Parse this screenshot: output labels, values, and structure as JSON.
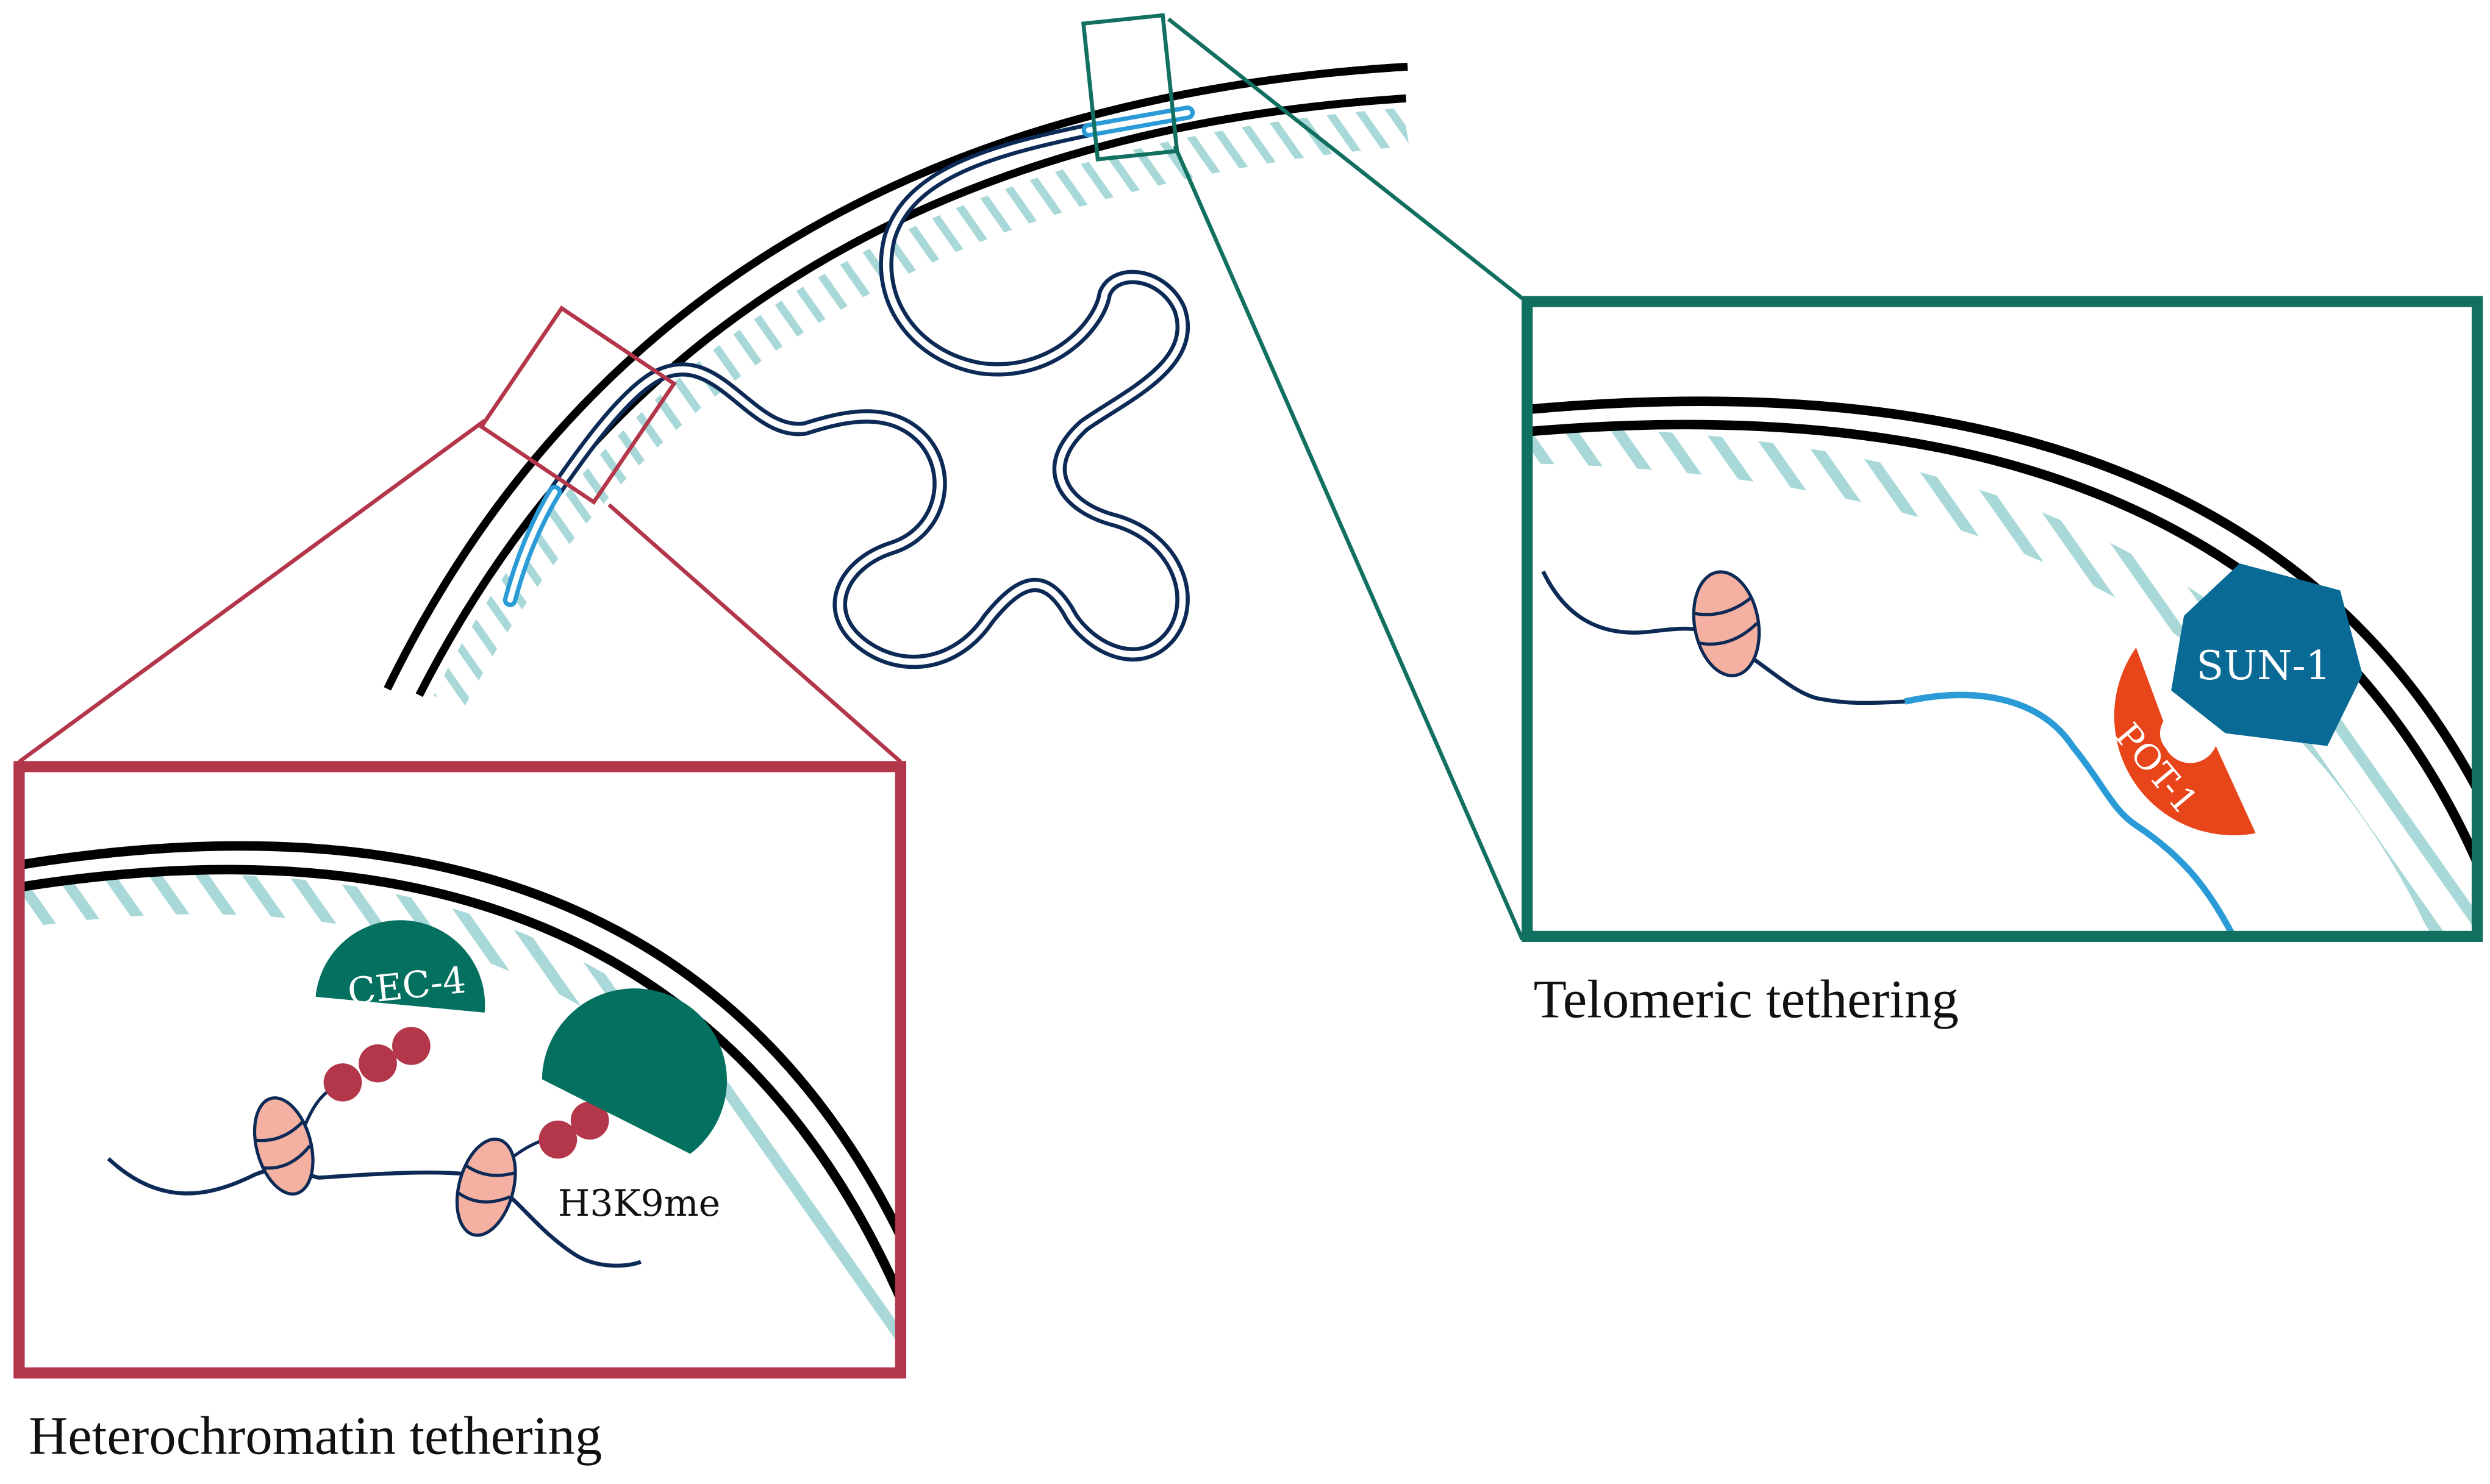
{
  "labels": {
    "cec4": "CEC-4",
    "h3k9me": "H3K9me",
    "sun1": "SUN-1",
    "pot1": "POT-1"
  },
  "captions": {
    "heterochromatin": "Heterochromatin tethering",
    "telomeric": "Telomeric tethering"
  },
  "colors": {
    "membrane": "#000000",
    "lamina": "#a8d8d8",
    "chromatin": "#0d2a57",
    "telomere": "#2a9bd6",
    "heterochromatin_box": "#b3364a",
    "telomeric_box": "#127060",
    "nucleosome": "#f4b1a2",
    "cec4": "#047060",
    "h3k9me_beads": "#b3364a",
    "sun1": "#0a6a96",
    "pot1": "#e8451b"
  }
}
